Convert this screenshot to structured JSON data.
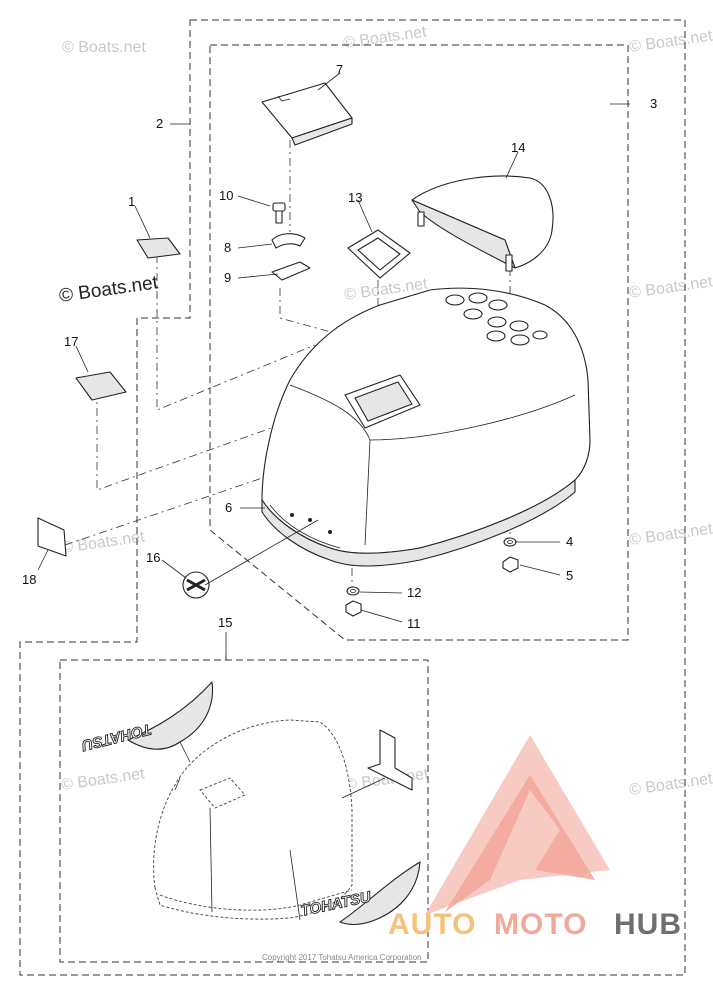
{
  "watermarks": {
    "text": "© Boats.net",
    "emphasized_text": "© Boats.net"
  },
  "callouts": {
    "c1": "1",
    "c2": "2",
    "c3": "3",
    "c4": "4",
    "c5": "5",
    "c6": "6",
    "c7": "7",
    "c8": "8",
    "c9": "9",
    "c10": "10",
    "c11": "11",
    "c12": "12",
    "c13": "13",
    "c14": "14",
    "c15": "15",
    "c16": "16",
    "c17": "17",
    "c18": "18"
  },
  "decals": {
    "brand_top": "TOHATSU",
    "brand_bottom": "TOHATSU"
  },
  "footer": {
    "copyright": "Copyright 2017 Tohatsu America Corporation"
  },
  "logo": {
    "part1": "AUTO",
    "part2": "MOTO",
    "part3": "HUB",
    "color_primary": "#f2a99b",
    "color_secondary": "#f4c27a",
    "color_tertiary": "#6f6f6f"
  }
}
